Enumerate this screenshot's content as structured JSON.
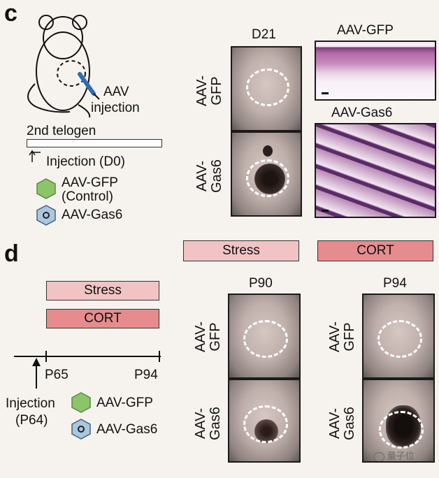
{
  "panel_c": {
    "letter": "c",
    "injection_label_line1": "AAV",
    "injection_label_line2": "injection",
    "phase_label": "2nd telogen",
    "injection_time": "Injection (D0)",
    "legend": [
      {
        "label_line1": "AAV-GFP",
        "label_line2": "(Control)",
        "color": "#8cc46a"
      },
      {
        "label_line1": "AAV-Gas6",
        "label_line2": "",
        "color": "#a9c7df"
      }
    ],
    "timepoint": "D21",
    "row_labels": [
      {
        "line1": "AAV-",
        "line2": "GFP"
      },
      {
        "line1": "AAV-",
        "line2": "Gas6"
      }
    ],
    "histology_titles": [
      "AAV-GFP",
      "AAV-Gas6"
    ]
  },
  "panel_d": {
    "letter": "d",
    "condition_stress": "Stress",
    "condition_cort": "CORT",
    "timeline_start": "P65",
    "timeline_end": "P94",
    "injection_line1": "Injection",
    "injection_line2": "(P64)",
    "legend": [
      {
        "label": "AAV-GFP",
        "color": "#8cc46a"
      },
      {
        "label": "AAV-Gas6",
        "color": "#a9c7df"
      }
    ],
    "column_headers": [
      {
        "condition": "Stress",
        "timepoint": "P90"
      },
      {
        "condition": "CORT",
        "timepoint": "P94"
      }
    ],
    "row_labels": [
      {
        "line1": "AAV-",
        "line2": "GFP"
      },
      {
        "line1": "AAV-",
        "line2": "Gas6"
      }
    ]
  },
  "watermark": "量子位",
  "colors": {
    "stress_fill": "#f2c3c5",
    "cort_fill": "#e68c8e",
    "gfp_hex": "#8cc46a",
    "gas6_hex": "#a9c7df"
  }
}
